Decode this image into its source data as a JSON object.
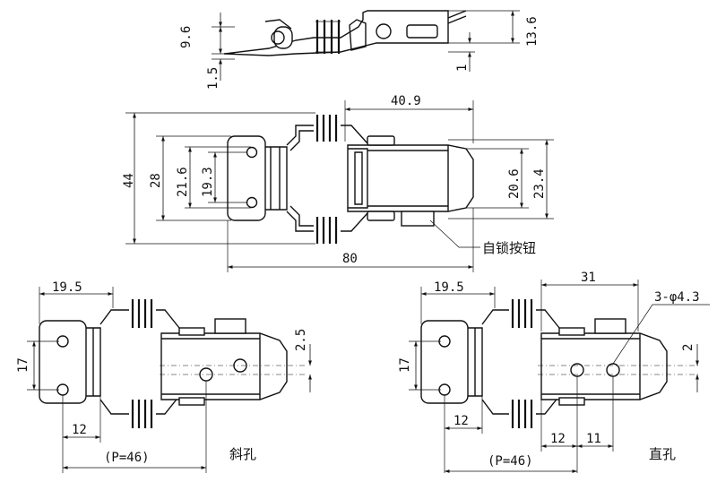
{
  "views": {
    "side": {
      "dims": {
        "height_left": "9.6",
        "offset_left": "1.5",
        "height_right": "13.6",
        "offset_right": "1"
      }
    },
    "top": {
      "dims": {
        "width_spring_to_end": "40.9",
        "height_total": "44",
        "height_base_outer": "28",
        "hole_pitch_outer": "21.6",
        "hole_pitch_inner": "19.3",
        "height_catch_inner": "20.6",
        "height_catch_outer": "23.4",
        "length_total": "80"
      },
      "callout_lock_button": "自锁按钮"
    },
    "slanted": {
      "label": "斜孔",
      "dims": {
        "base_width": "19.5",
        "hole_spacing": "17",
        "base_offset": "12",
        "pitch": "(P=46)",
        "hole_offset": "2.5"
      }
    },
    "straight": {
      "label": "直孔",
      "dims": {
        "base_width": "19.5",
        "hole_spacing": "17",
        "base_offset": "12",
        "pitch": "(P=46)",
        "span_31": "31",
        "holes": "3-φ4.3",
        "hole_offset": "2",
        "offset_12": "12",
        "offset_11": "11"
      }
    }
  },
  "arrow_color": "#111111"
}
